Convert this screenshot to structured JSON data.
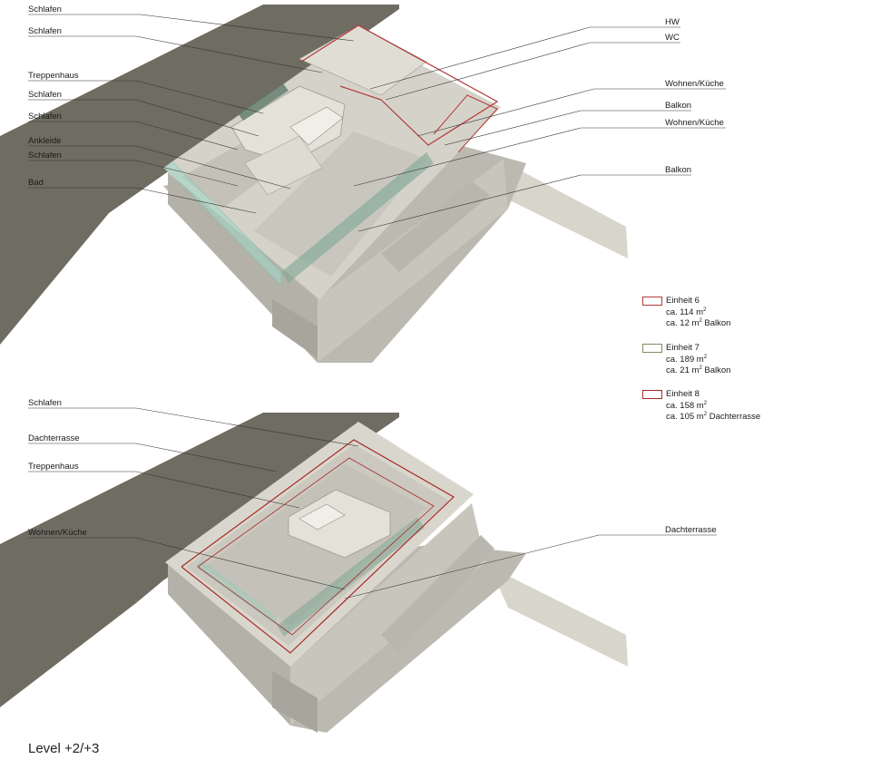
{
  "level_label": "Level +2/+3",
  "colors": {
    "unit6": "#b23a3a",
    "unit7": "#7c8c5c",
    "unit8": "#a82828",
    "glass": "#8fcfbf",
    "ground": "#6f6c62",
    "slab": "#cfcdc3",
    "wall": "#e2e0d6"
  },
  "top_left_labels": [
    "Schlafen",
    "Schlafen",
    "Treppenhaus",
    "Schlafen",
    "Schlafen",
    "Ankleide",
    "Schlafen",
    "Bad"
  ],
  "top_right_labels": [
    "HW",
    "WC",
    "Wohnen/Küche",
    "Balkon",
    "Wohnen/Küche",
    "Balkon"
  ],
  "bottom_left_labels": [
    "Schlafen",
    "Dachterrasse",
    "Treppenhaus",
    "Wohnen/Küche"
  ],
  "bottom_right_labels": [
    "Dachterrasse"
  ],
  "legend": [
    {
      "name": "Einheit 6",
      "area": "ca. 114 m",
      "area_unit": "2",
      "extra_prefix": "ca. 12 m",
      "extra_unit": "2",
      "extra_suffix": " Balkon"
    },
    {
      "name": "Einheit 7",
      "area": "ca. 189 m",
      "area_unit": "2",
      "extra_prefix": "ca. 21 m",
      "extra_unit": "2",
      "extra_suffix": " Balkon"
    },
    {
      "name": "Einheit 8",
      "area": "ca. 158 m",
      "area_unit": "2",
      "extra_prefix": "ca. 105 m",
      "extra_unit": "2",
      "extra_suffix": " Dachterrasse"
    }
  ]
}
